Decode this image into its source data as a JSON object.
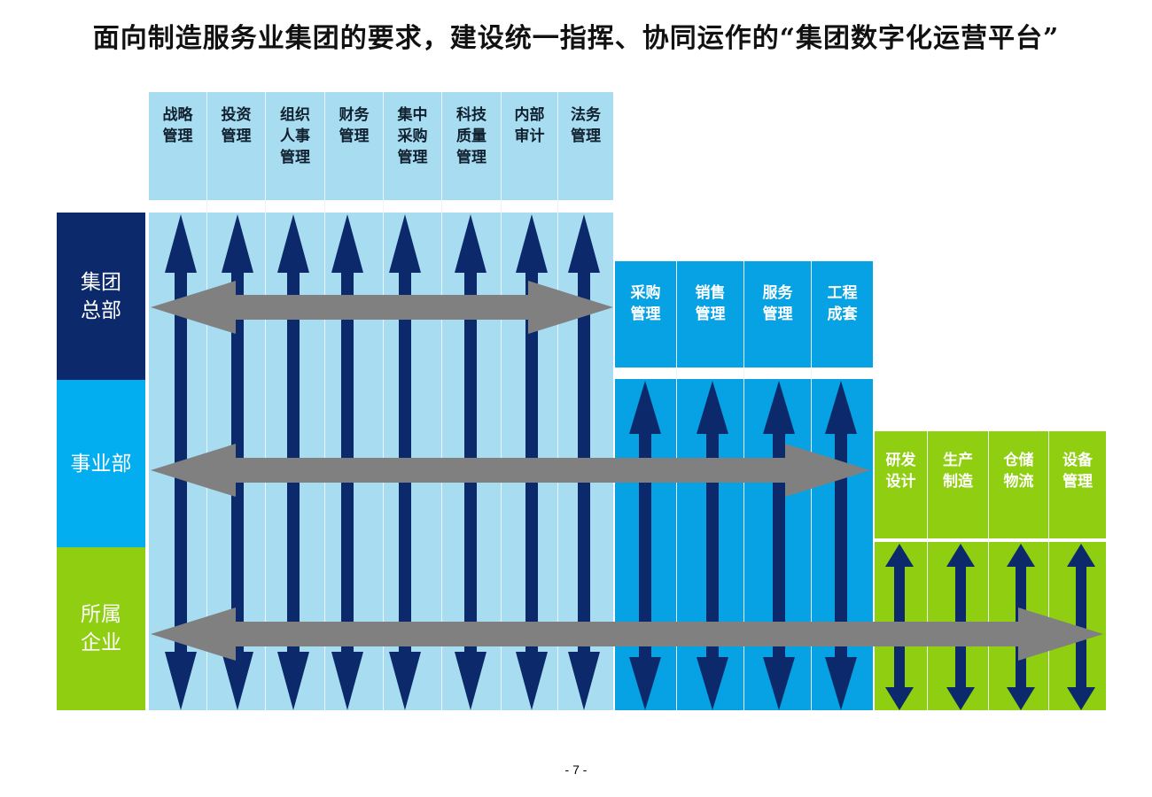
{
  "title": "面向制造服务业集团的要求，建设统一指挥、协同运作的“集团数字化运营平台”",
  "levels": {
    "hq": "集团总部",
    "division": "事业部",
    "subsidiary": "所属企业"
  },
  "hq_functions": [
    {
      "l1": "战略",
      "l2": "管理",
      "l3": ""
    },
    {
      "l1": "投资",
      "l2": "管理",
      "l3": ""
    },
    {
      "l1": "组织",
      "l2": "人事",
      "l3": "管理"
    },
    {
      "l1": "财务",
      "l2": "管理",
      "l3": ""
    },
    {
      "l1": "集中",
      "l2": "采购",
      "l3": "管理"
    },
    {
      "l1": "科技",
      "l2": "质量",
      "l3": "管理"
    },
    {
      "l1": "内部",
      "l2": "审计",
      "l3": ""
    },
    {
      "l1": "法务",
      "l2": "管理",
      "l3": ""
    }
  ],
  "division_functions": [
    {
      "l1": "采购",
      "l2": "管理"
    },
    {
      "l1": "销售",
      "l2": "管理"
    },
    {
      "l1": "服务",
      "l2": "管理"
    },
    {
      "l1": "工程",
      "l2": "成套"
    }
  ],
  "subsidiary_functions": [
    {
      "l1": "研发",
      "l2": "设计"
    },
    {
      "l1": "生产",
      "l2": "制造"
    },
    {
      "l1": "仓储",
      "l2": "物流"
    },
    {
      "l1": "设备",
      "l2": "管理"
    }
  ],
  "colors": {
    "hq": "#0c2a6b",
    "division": "#03aef0",
    "subsidiary": "#8fce10",
    "light_panel": "#a8ddf1",
    "mid_panel": "#06a2e4",
    "arrow_vertical": "#0c2a6b",
    "arrow_horizontal": "#808080"
  },
  "page_number": "- 7 -"
}
